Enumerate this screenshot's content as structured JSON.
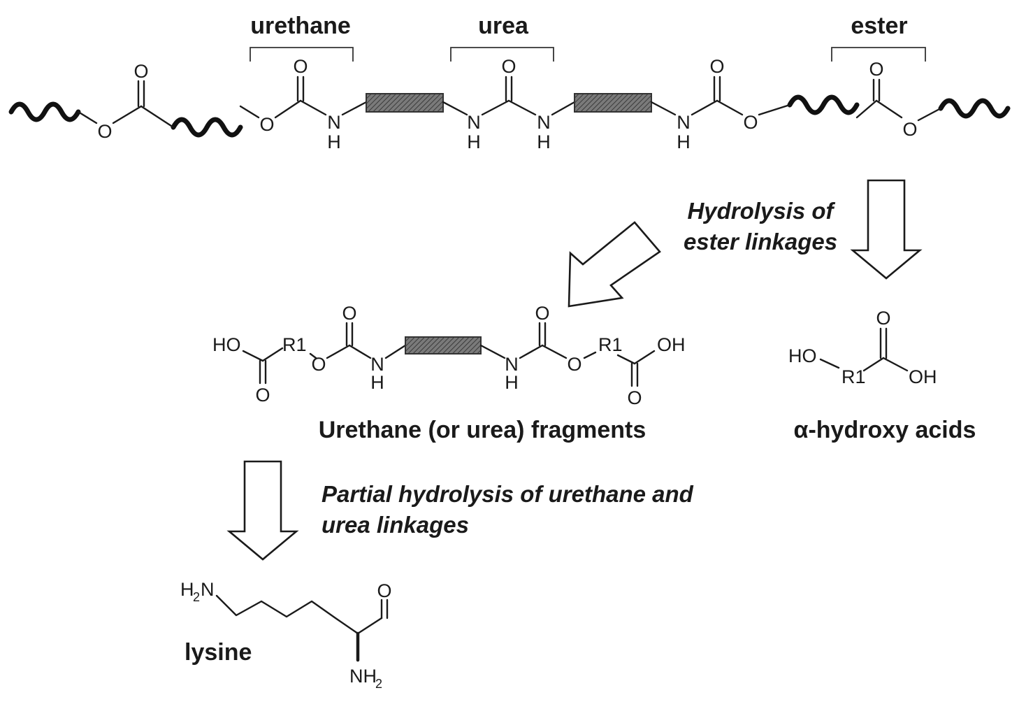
{
  "polymer": {
    "bracket_labels": {
      "urethane": "urethane",
      "urea": "urea",
      "ester": "ester"
    }
  },
  "atoms": {
    "O": "O",
    "N": "N",
    "H": "H",
    "HO": "HO",
    "OH": "OH",
    "R1": "R1",
    "H2N_main": "H",
    "H2N_sub": "2",
    "H2N_tail": "N",
    "NH2_main": "NH",
    "NH2_sub": "2"
  },
  "steps": {
    "ester_hydrolysis": [
      "Hydrolysis of",
      "ester linkages"
    ],
    "partial_hydrolysis": [
      "Partial hydrolysis of urethane and",
      "urea linkages"
    ]
  },
  "products": {
    "fragments": "Urethane (or urea) fragments",
    "hydroxy_acids": "α-hydroxy acids",
    "lysine": "lysine"
  }
}
